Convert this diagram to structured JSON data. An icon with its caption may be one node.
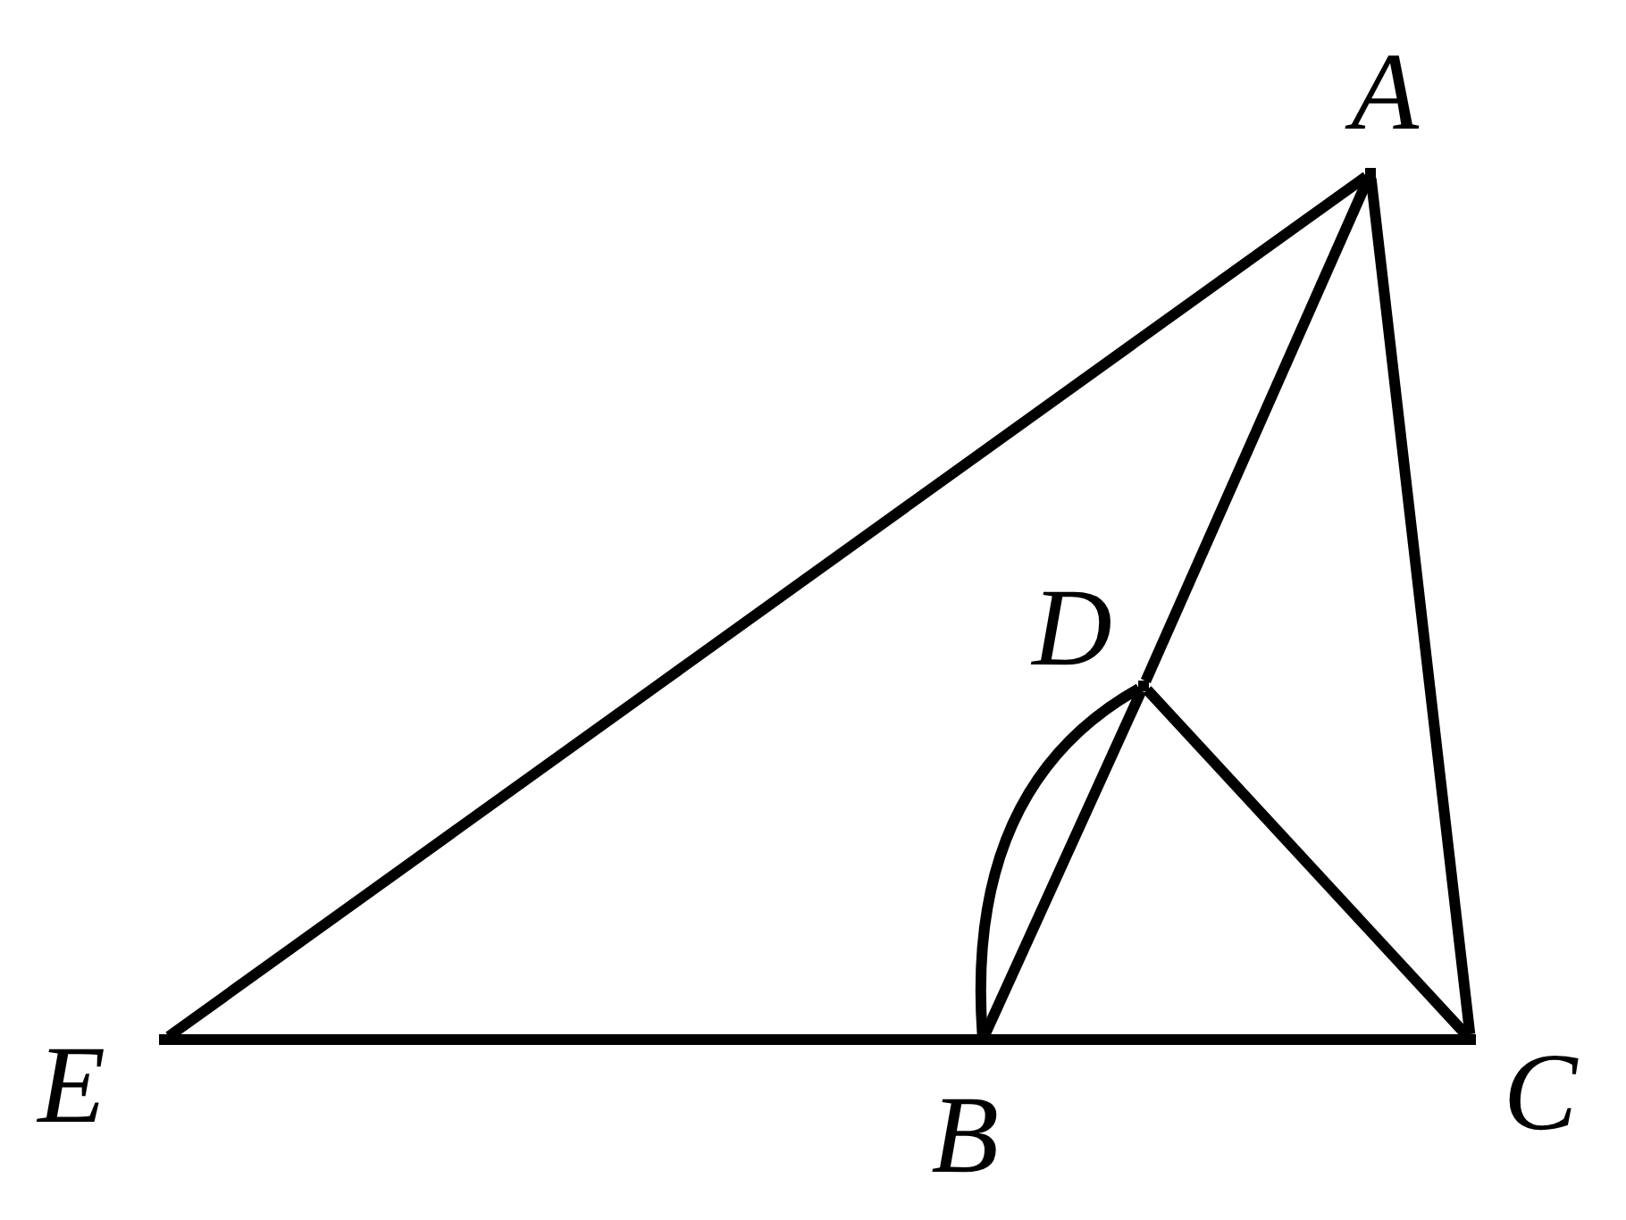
{
  "diagram": {
    "nodes": [
      {
        "text": [],
        "shape": "point",
        "beside": [
          "A"
        ]
      },
      {
        "text": [],
        "shape": "point",
        "beside": [
          "D"
        ]
      },
      {
        "text": [],
        "shape": "point",
        "beside": [
          "E"
        ]
      },
      {
        "text": [],
        "shape": "point",
        "beside": [
          "B"
        ]
      },
      {
        "text": [],
        "shape": "point",
        "beside": [
          "C"
        ]
      }
    ],
    "edges": [
      {
        "from": 2,
        "to": 0,
        "arrow": "none"
      },
      {
        "from": 0,
        "to": 4,
        "arrow": "none"
      },
      {
        "from": 0,
        "to": 1,
        "arrow": "none"
      },
      {
        "from": 1,
        "to": 3,
        "arrow": "none"
      },
      {
        "from": 1,
        "to": 4,
        "arrow": "none"
      },
      {
        "from": 2,
        "to": 3,
        "arrow": "none"
      },
      {
        "from": 3,
        "to": 4,
        "arrow": "none"
      },
      {
        "from": 1,
        "to": 3,
        "arrow": "none"
      }
    ]
  }
}
